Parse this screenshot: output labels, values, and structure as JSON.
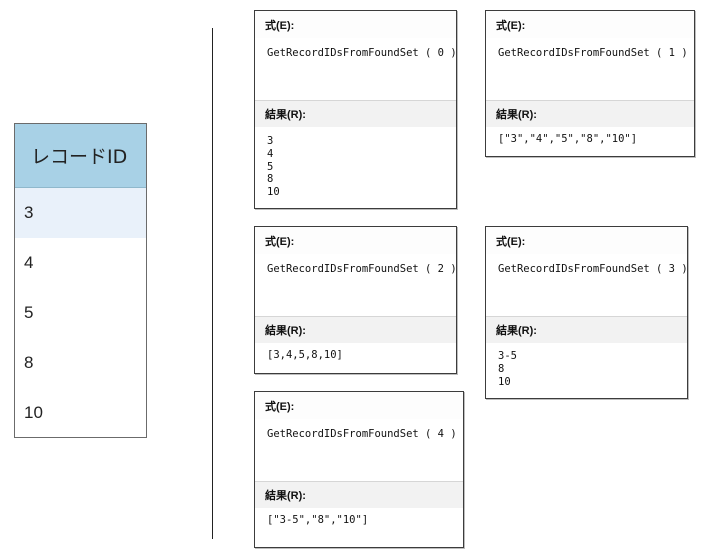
{
  "record_table": {
    "header": "レコードID",
    "rows": [
      "3",
      "4",
      "5",
      "8",
      "10"
    ]
  },
  "panels": [
    {
      "expr_label": "式(E):",
      "expr": "GetRecordIDsFromFoundSet ( 0 )",
      "result_label": "結果(R):",
      "result_lines": [
        "3",
        "4",
        "5",
        "8",
        "10"
      ]
    },
    {
      "expr_label": "式(E):",
      "expr": "GetRecordIDsFromFoundSet ( 1 )",
      "result_label": "結果(R):",
      "result_lines": [
        "[\"3\",\"4\",\"5\",\"8\",\"10\"]"
      ]
    },
    {
      "expr_label": "式(E):",
      "expr": "GetRecordIDsFromFoundSet ( 2 )",
      "result_label": "結果(R):",
      "result_lines": [
        "[3,4,5,8,10]"
      ]
    },
    {
      "expr_label": "式(E):",
      "expr": "GetRecordIDsFromFoundSet ( 3 )",
      "result_label": "結果(R):",
      "result_lines": [
        "3-5",
        "8",
        "10"
      ]
    },
    {
      "expr_label": "式(E):",
      "expr": "GetRecordIDsFromFoundSet ( 4 )",
      "result_label": "結果(R):",
      "result_lines": [
        "[\"3-5\",\"8\",\"10\"]"
      ]
    }
  ]
}
